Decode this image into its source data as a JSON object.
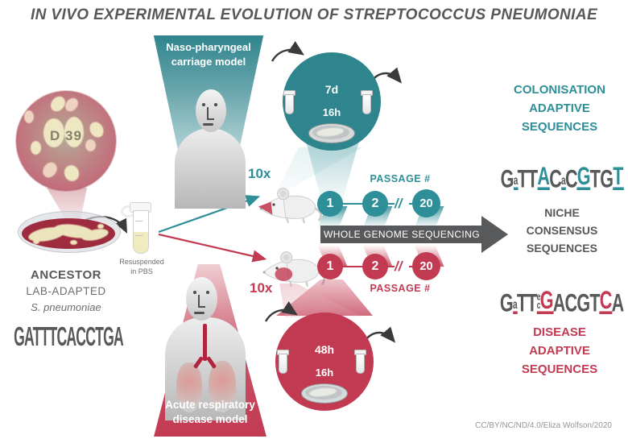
{
  "title": "IN VIVO EXPERIMENTAL EVOLUTION OF STREPTOCOCCUS PNEUMONIAE",
  "ancestor": {
    "plate_zoom_label": "D 39",
    "name": "ANCESTOR",
    "subtitle": "LAB-ADAPTED",
    "species": "S. pneumoniae",
    "sequence": "GATTTCACCTGA",
    "tube_caption_line1": "Resuspended",
    "tube_caption_line2": "in PBS"
  },
  "carriage_model": {
    "label_line1": "Naso-pharyngeal",
    "label_line2": "carriage model",
    "replicates": "10x",
    "host_time": "7d",
    "plate_time": "16h",
    "passage_label": "PASSAGE #",
    "passages": [
      "1",
      "2",
      "20"
    ],
    "break_mark": "//"
  },
  "disease_model": {
    "label_line1": "Acute respiratory",
    "label_line2": "disease model",
    "replicates": "10x",
    "host_time": "48h",
    "plate_time": "16h",
    "passage_label": "PASSAGE #",
    "passages": [
      "1",
      "2",
      "20"
    ],
    "break_mark": "//"
  },
  "sequencing": {
    "arrow_label": "WHOLE GENOME SEQUENCING"
  },
  "outputs": {
    "colonisation": {
      "heading": [
        "COLONISATION",
        "ADAPTIVE",
        "SEQUENCES"
      ],
      "logo": [
        {
          "c": "G",
          "sz": "lg",
          "col": "gray"
        },
        {
          "c": "a",
          "sz": "sm",
          "col": "gray",
          "u": "teal"
        },
        {
          "c": "T",
          "sz": "lg",
          "col": "gray"
        },
        {
          "c": "T",
          "sz": "lg",
          "col": "gray"
        },
        {
          "c": "A",
          "sz": "lg",
          "col": "teal",
          "u": "teal"
        },
        {
          "c": "C",
          "sz": "lg",
          "col": "gray"
        },
        {
          "c": "a",
          "sz": "sm",
          "col": "gray",
          "u": "teal"
        },
        {
          "c": "C",
          "sz": "lg",
          "col": "gray"
        },
        {
          "c": "G",
          "sz": "lg",
          "col": "teal",
          "u": "teal"
        },
        {
          "c": "T",
          "sz": "lg",
          "col": "gray"
        },
        {
          "c": "G",
          "sz": "lg",
          "col": "gray"
        },
        {
          "c": "T",
          "sz": "lg",
          "col": "teal",
          "u": "teal"
        }
      ]
    },
    "niche": {
      "heading": [
        "NICHE",
        "CONSENSUS",
        "SEQUENCES"
      ]
    },
    "disease": {
      "heading": [
        "DISEASE",
        "ADAPTIVE",
        "SEQUENCES"
      ],
      "logo": [
        {
          "c": "G",
          "sz": "lg",
          "col": "gray"
        },
        {
          "c": "a",
          "sz": "sm",
          "col": "gray",
          "u": "red"
        },
        {
          "c": "T",
          "sz": "lg",
          "col": "gray"
        },
        {
          "c": "T",
          "sz": "lg",
          "col": "gray"
        },
        {
          "stack": [
            "e",
            "c"
          ],
          "u": "red"
        },
        {
          "c": "G",
          "sz": "lg",
          "col": "red",
          "u": "red"
        },
        {
          "c": "A",
          "sz": "lg",
          "col": "gray"
        },
        {
          "c": "C",
          "sz": "lg",
          "col": "gray"
        },
        {
          "c": "G",
          "sz": "lg",
          "col": "gray"
        },
        {
          "c": "T",
          "sz": "lg",
          "col": "gray"
        },
        {
          "c": "C",
          "sz": "lg",
          "col": "red",
          "u": "red"
        },
        {
          "c": "A",
          "sz": "lg",
          "col": "gray"
        }
      ]
    }
  },
  "credit": "CC/BY/NC/ND/4.0/Eliza Wolfson/2020",
  "colors": {
    "teal": "#2E8F98",
    "red": "#C23A52",
    "dark_gray": "#58595B"
  }
}
